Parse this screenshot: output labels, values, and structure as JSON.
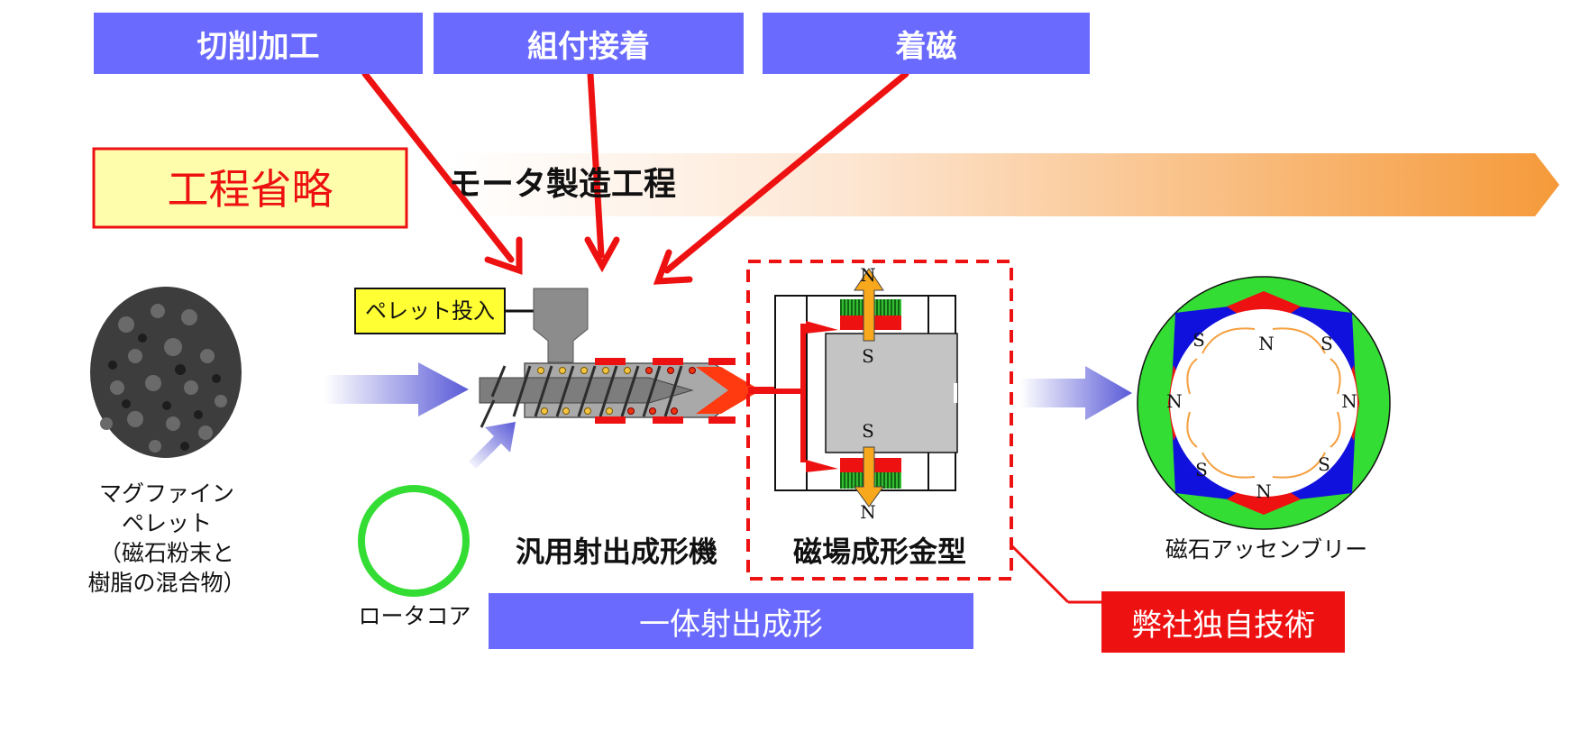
{
  "colors": {
    "blue_box": "#6a6aff",
    "red_arrow": "#ee1111",
    "highlight_box": "#fdfdab",
    "hopper_label": "#ffff33",
    "green_ring": "#33dd33",
    "magnet_red": "#ee1111",
    "magnet_blue": "#1111dd",
    "flow_orange": "#f4a040"
  },
  "processes": {
    "cutting": "切削加工",
    "assembly": "組付接着",
    "magnetizing": "着磁"
  },
  "omission_label": "工程省略",
  "motor_process_label": "モータ製造工程",
  "pellet_input_label": "ペレット投入",
  "material": {
    "line1": "マグファイン",
    "line2": "ペレット",
    "line3": "（磁石粉末と",
    "line4": "樹脂の混合物）"
  },
  "rotor_core_label": "ロータコア",
  "machine_label": "汎用射出成形機",
  "mold_label": "磁場成形金型",
  "assembly_label": "磁石アッセンブリー",
  "integrated_label": "一体射出成形",
  "proprietary_label": "弊社独自技術",
  "poles": {
    "north": "N",
    "south": "S"
  }
}
